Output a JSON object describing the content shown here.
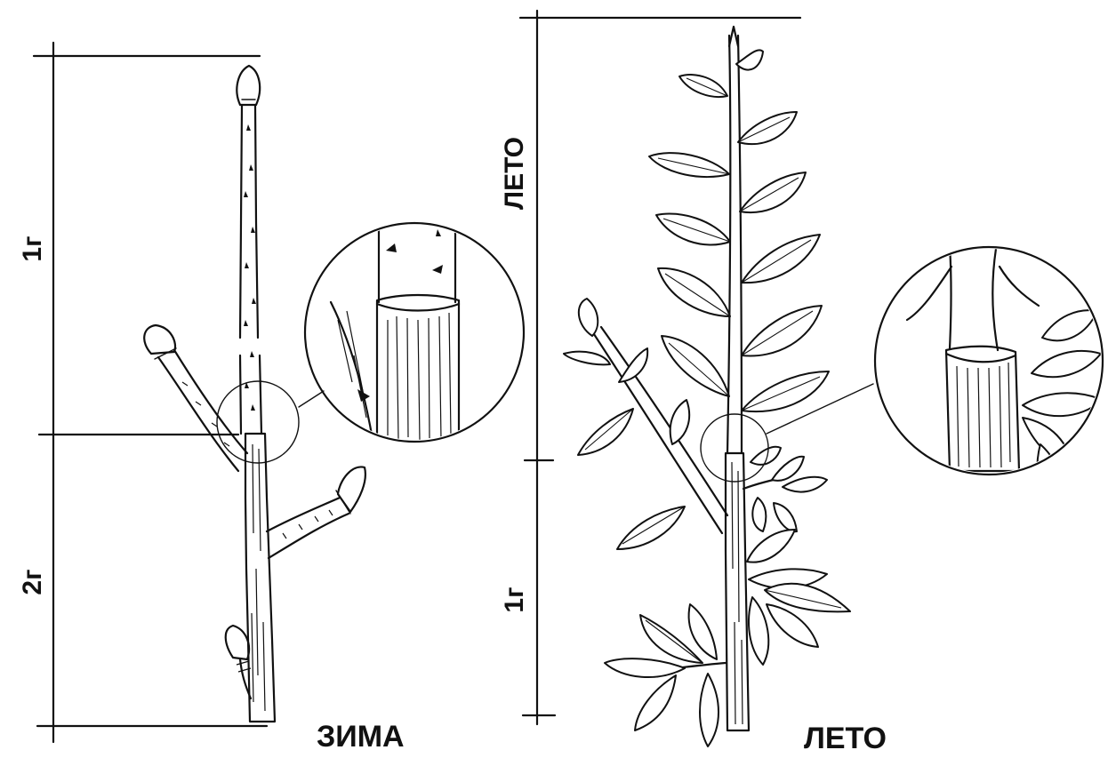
{
  "winter_panel": {
    "caption": "ЗИМА",
    "upper_interval_label": "1г",
    "lower_interval_label": "2г"
  },
  "summer_panel": {
    "caption": "ЛЕТО",
    "upper_interval_label": "ЛЕТО",
    "lower_interval_label": "1г"
  }
}
